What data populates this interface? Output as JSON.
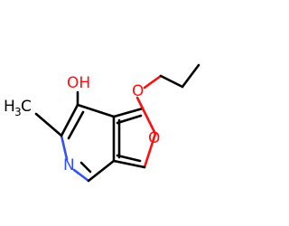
{
  "molecule": {
    "atoms": {
      "oh": "OH",
      "ethoxy_o": "O",
      "ring_o": "O",
      "n": "N",
      "methyl_h": "H",
      "methyl_sub": "3",
      "methyl_c": "C"
    },
    "colors": {
      "bond": "#000000",
      "oxygen": "#ff0d0d",
      "nitrogen": "#3050f8",
      "carbon": "#000000"
    }
  }
}
